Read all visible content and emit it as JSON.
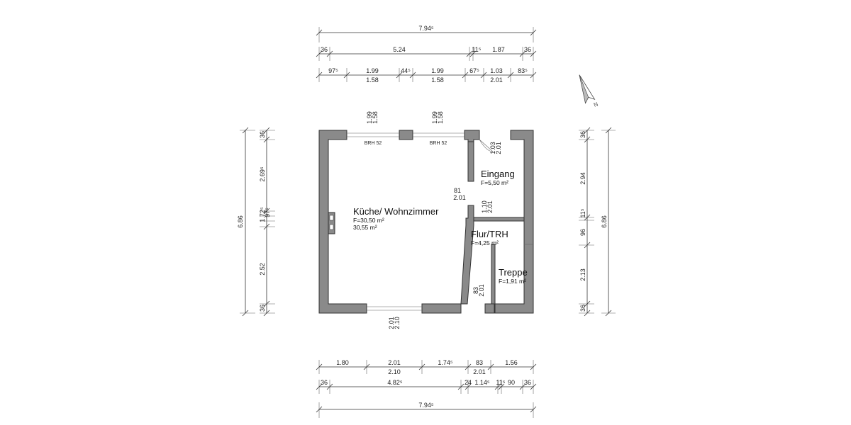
{
  "top": {
    "overall": "7.94⁵",
    "row1": [
      "36",
      "5.24",
      "11⁵",
      "1.87",
      "36"
    ],
    "row2_top": [
      "97⁵",
      "1.99",
      "44⁵",
      "1.99",
      "67⁵",
      "1.03",
      "83⁵"
    ],
    "row2_bottom": [
      "1.58",
      "1.58",
      "2.01"
    ]
  },
  "bottom": {
    "overall": "7.94⁵",
    "row1_top": [
      "1.80",
      "2.01",
      "1.74⁵",
      "83",
      "1.56"
    ],
    "row1_bottom": [
      "2.10",
      "2.01"
    ],
    "row2": [
      "36",
      "4.82⁵",
      "24",
      "1.14⁵",
      "11⁵",
      "90",
      "36"
    ]
  },
  "left": {
    "overall": "6.86",
    "segments": [
      "36",
      "2.69⁵",
      "1.72⁵",
      "97⁵",
      "2.52",
      "36"
    ]
  },
  "right": {
    "overall": "6.86",
    "segments": [
      "36",
      "2.94",
      "11⁵",
      "96",
      "2.13",
      "36"
    ]
  },
  "windows": [
    {
      "w": "1.99",
      "h": "1.58",
      "brh": "BRH 52"
    },
    {
      "w": "1.99",
      "h": "1.58",
      "brh": "BRH 52"
    }
  ],
  "openings": {
    "entry_w": "1.03",
    "entry_h": "2.01",
    "door1_w": "81",
    "door1_h": "2.01",
    "door2_w": "1.10",
    "door2_h": "2.01",
    "door3_w": "83",
    "door3_h": "2.01",
    "front_w": "2.01",
    "front_h": "2.10"
  },
  "rooms": [
    {
      "name": "Küche/ Wohnzimmer",
      "area": "F=30,50 m²",
      "area2": "30,55 m²"
    },
    {
      "name": "Eingang",
      "area": "F=5,50 m²"
    },
    {
      "name": "Flur/TRH",
      "area": "F=4,25 m²"
    },
    {
      "name": "Treppe",
      "area": "F=1,91 m²"
    }
  ],
  "colors": {
    "wall": "#8a8a8a"
  },
  "icons": [
    "north-arrow-icon"
  ]
}
